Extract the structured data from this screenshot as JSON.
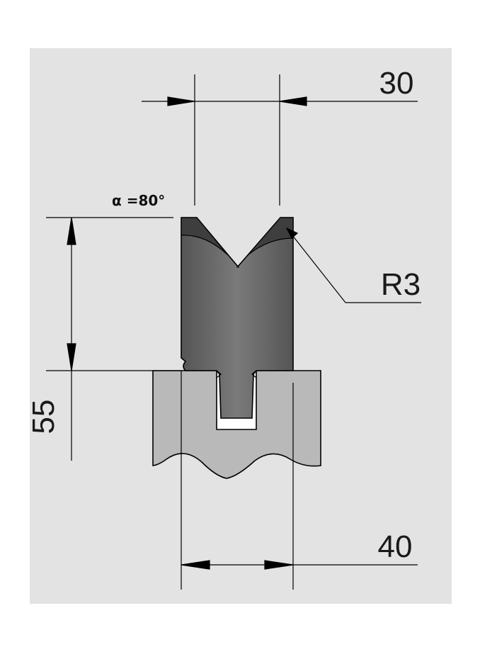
{
  "drawing": {
    "angle_label": "α =80°",
    "radius_label": "R3",
    "dimensions": {
      "top_width": "30",
      "bottom_width": "40",
      "height": "55"
    },
    "colors": {
      "background_panel": "#e3e3e3",
      "die_top": "#6c6c6c",
      "die_top_dark": "#3e3e3e",
      "holder": "#b9b9b9",
      "outline": "#000000"
    }
  }
}
